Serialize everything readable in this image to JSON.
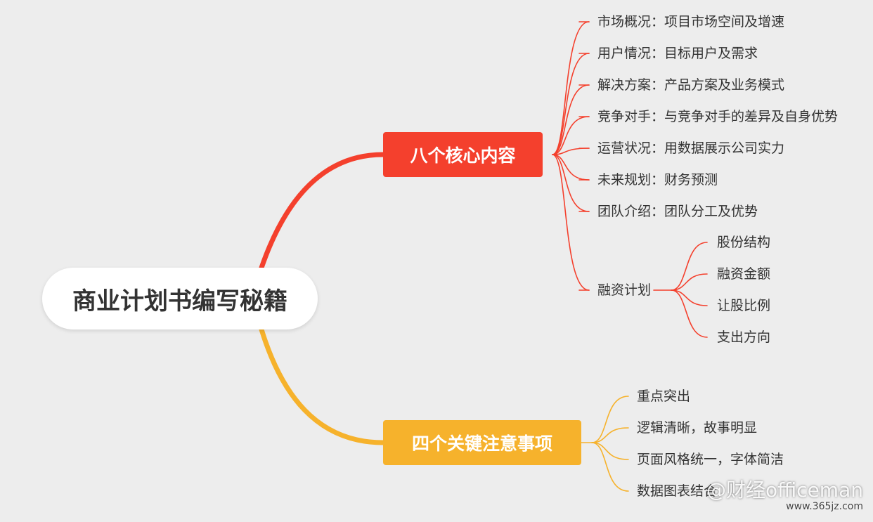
{
  "root": {
    "label": "商业计划书编写秘籍"
  },
  "branches": [
    {
      "label": "八个核心内容",
      "color": "#f4402d",
      "items": [
        {
          "label": "市场概况：项目市场空间及增速",
          "children": []
        },
        {
          "label": "用户情况：目标用户及需求",
          "children": []
        },
        {
          "label": "解决方案：产品方案及业务模式",
          "children": []
        },
        {
          "label": "竞争对手：与竞争对手的差异及自身优势",
          "children": []
        },
        {
          "label": "运营状况：用数据展示公司实力",
          "children": []
        },
        {
          "label": "未来规划：财务预测",
          "children": []
        },
        {
          "label": "团队介绍：团队分工及优势",
          "children": []
        },
        {
          "label": "融资计划",
          "children": [
            "股份结构",
            "融资金额",
            "让股比例",
            "支出方向"
          ]
        }
      ]
    },
    {
      "label": "四个关键注意事项",
      "color": "#f6b22c",
      "items": [
        {
          "label": "重点突出",
          "children": []
        },
        {
          "label": "逻辑清晰，故事明显",
          "children": []
        },
        {
          "label": "页面风格统一，字体简洁",
          "children": []
        },
        {
          "label": "数据图表结合",
          "children": []
        }
      ]
    }
  ],
  "watermark": {
    "text": "@财经officeman",
    "site": "www.365jz.com"
  }
}
